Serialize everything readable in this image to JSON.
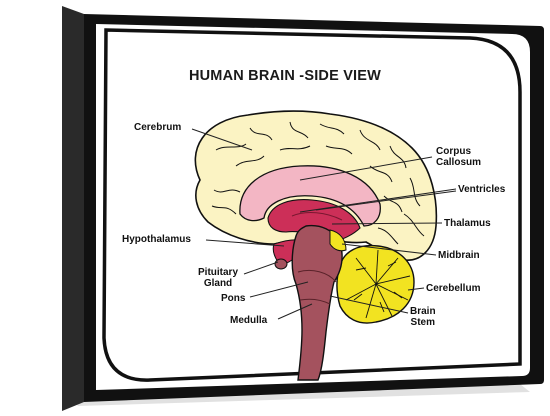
{
  "title": "HUMAN BRAIN -SIDE VIEW",
  "labels": {
    "cerebrum": "Cerebrum",
    "corpus_callosum": [
      "Corpus",
      "Callosum"
    ],
    "ventricles": "Ventricles",
    "thalamus": "Thalamus",
    "hypothalamus": "Hypothalamus",
    "midbrain": "Midbrain",
    "pituitary_gland": [
      "Pituitary",
      "Gland"
    ],
    "cerebellum": "Cerebellum",
    "pons": "Pons",
    "brain_stem": [
      "Brain",
      "Stem"
    ],
    "medulla": "Medulla"
  },
  "colors": {
    "cerebrum_fill": "#fbf3c3",
    "corpus_callosum_fill": "#f3b6c4",
    "ventricle_fill": "#cc2f58",
    "brainstem_fill": "#a4525e",
    "cerebellum_fill": "#f2e321",
    "frame": "#111111",
    "frame_side": "#2a2a2a"
  }
}
